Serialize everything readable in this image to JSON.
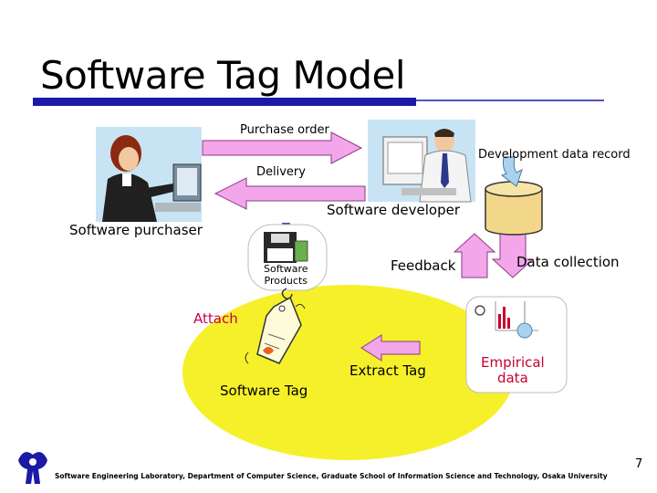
{
  "title": "Software Tag Model",
  "labels": {
    "purchase_order": "Purchase order",
    "development_data_record": "Development data record",
    "delivery": "Delivery",
    "software_developer": "Software developer",
    "software_purchaser": "Software purchaser",
    "software_products_line1": "Software",
    "software_products_line2": "Products",
    "feedback": "Feedback",
    "data_collection": "Data collection",
    "attach": "Attach",
    "extract_tag": "Extract Tag",
    "empirical_data_line1": "Empirical",
    "empirical_data_line2": "data",
    "software_tag": "Software Tag"
  },
  "footer": "Software Engineering Laboratory, Department of Computer Science, Graduate School of Information Science and Technology, Osaka University",
  "page_number": "7",
  "colors": {
    "title_rule": "#1a1aa6",
    "arrow_pink": "#f3a6ea",
    "arrow_pink_stroke": "#8a3a80",
    "ellipse_yellow": "#f6f02a",
    "cylinder": "#f2d78a",
    "callout_blue": "#a9d2ef",
    "attach_red": "#c8004f",
    "empirical_red": "#c8002c",
    "logo_blue": "#1a1aa6"
  }
}
